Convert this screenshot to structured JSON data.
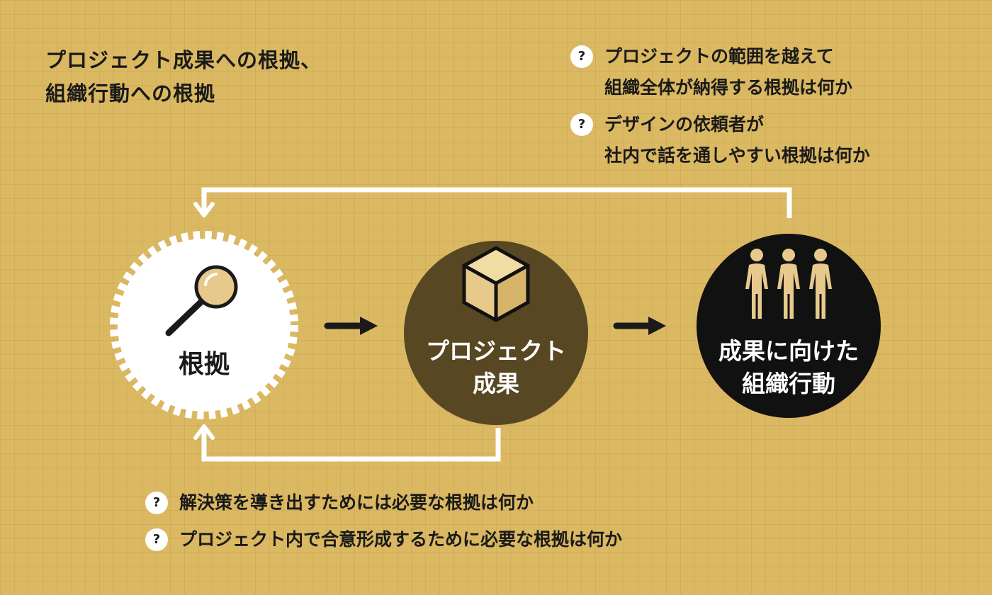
{
  "title": {
    "lines": [
      "プロジェクト成果への根拠、",
      "組織行動への根拠"
    ]
  },
  "question_badge": "?",
  "top_questions": [
    {
      "lines": [
        "プロジェクトの範囲を越えて",
        "組織全体が納得する根拠は何か"
      ]
    },
    {
      "lines": [
        "デザインの依頼者が",
        "社内で話を通しやすい根拠は何か"
      ]
    }
  ],
  "nodes": {
    "evidence": {
      "lines": [
        "根拠"
      ],
      "icon": "magnifier-icon"
    },
    "outcome": {
      "lines": [
        "プロジェクト",
        "成果"
      ],
      "icon": "cube-icon"
    },
    "action": {
      "lines": [
        "成果に向けた",
        "組織行動"
      ],
      "icon": "people-icon"
    }
  },
  "bottom_questions": [
    {
      "lines": [
        "解決策を導き出すためには必要な根拠は何か"
      ]
    },
    {
      "lines": [
        "プロジェクト内で合意形成するために必要な根拠は何か"
      ]
    }
  ],
  "colors": {
    "background": "#dbb862",
    "evidence_circle": "#ffffff",
    "outcome_circle": "#574722",
    "action_circle": "#111111",
    "connector": "#ffffff",
    "arrow": "#1a1a1a",
    "icon_fill": "#e7c98c"
  }
}
